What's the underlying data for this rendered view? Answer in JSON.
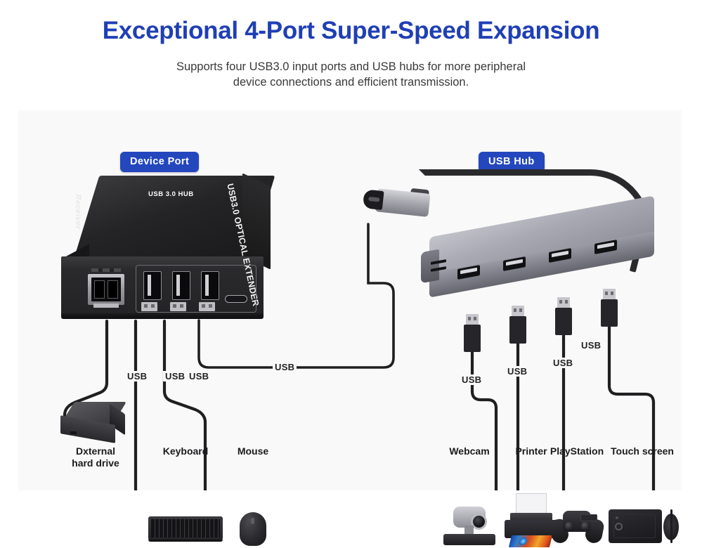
{
  "header": {
    "title": "Exceptional 4-Port Super-Speed Expansion",
    "subtitle_line1": "Supports four USB3.0 input ports and USB hubs for more peripheral",
    "subtitle_line2": "device connections and efficient transmission.",
    "title_color": "#1f3fb5",
    "subtitle_color": "#3a3a3a"
  },
  "badges": {
    "device_port": "Device Port",
    "usb_hub": "USB Hub",
    "badge_bg": "#2447bd",
    "badge_text_color": "#ffffff"
  },
  "receiver": {
    "side_label": "Receiver",
    "top_label": "USB3.0 OPTICAL EXTENDER",
    "hub_label": "USB 3.0 HUB",
    "body_color": "#242426",
    "port_count_usb_a": 3,
    "has_type_c_port": true,
    "has_lc_fiber_port": true
  },
  "usb_hub_device": {
    "body_color": "#a9a9b3",
    "connector_type": "USB-C",
    "port_count_usb_a": 4,
    "card_slot_count": 2
  },
  "cable_labels": {
    "hdd": "USB",
    "keyboard": "USB",
    "mouse": "USB",
    "link": "USB",
    "webcam": "USB",
    "printer": "USB",
    "playstation": "USB",
    "touchscreen": "USB"
  },
  "devices": {
    "left": [
      {
        "name": "hard-drive",
        "label_line1": "Dxternal",
        "label_line2": "hard drive"
      },
      {
        "name": "keyboard",
        "label_line1": "Keyboard",
        "label_line2": ""
      },
      {
        "name": "mouse",
        "label_line1": "Mouse",
        "label_line2": ""
      }
    ],
    "right": [
      {
        "name": "webcam",
        "label_line1": "Webcam",
        "label_line2": ""
      },
      {
        "name": "printer",
        "label_line1": "Printer",
        "label_line2": ""
      },
      {
        "name": "playstation",
        "label_line1": "PlayStation",
        "label_line2": ""
      },
      {
        "name": "touch-screen",
        "label_line1": "Touch screen",
        "label_line2": ""
      }
    ]
  },
  "panel": {
    "background": "#f9f9f9"
  }
}
